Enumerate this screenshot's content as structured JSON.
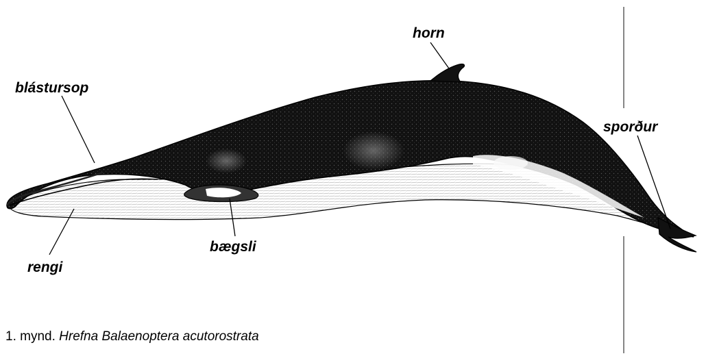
{
  "labels": {
    "horn": "horn",
    "blastursop": "blástursop",
    "spordur": "sporður",
    "baegsli": "bægsli",
    "rengi": "rengi"
  },
  "caption": {
    "number": "1. mynd.",
    "name": "Hrefna Balaenoptera acutorostrata"
  },
  "colors": {
    "body": "#111111",
    "belly": "#ffffff",
    "line": "#000000"
  }
}
